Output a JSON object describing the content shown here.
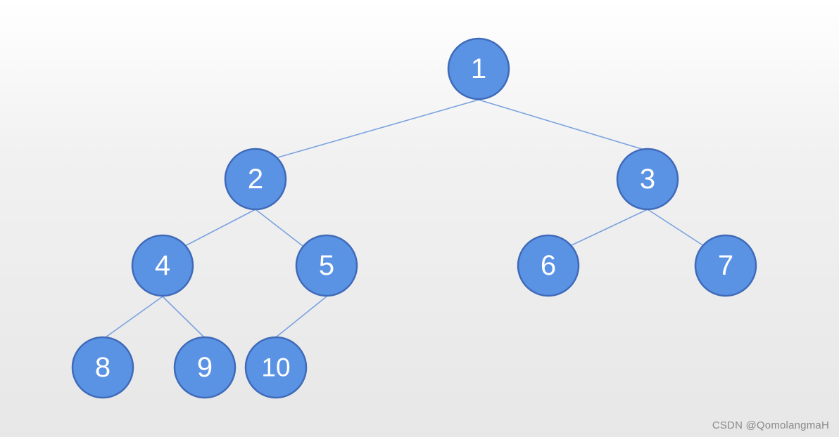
{
  "nodes": [
    {
      "id": "1",
      "label": "1"
    },
    {
      "id": "2",
      "label": "2"
    },
    {
      "id": "3",
      "label": "3"
    },
    {
      "id": "4",
      "label": "4"
    },
    {
      "id": "5",
      "label": "5"
    },
    {
      "id": "6",
      "label": "6"
    },
    {
      "id": "7",
      "label": "7"
    },
    {
      "id": "8",
      "label": "8"
    },
    {
      "id": "9",
      "label": "9"
    },
    {
      "id": "10",
      "label": "10"
    }
  ],
  "edges": [
    {
      "from": "1",
      "to": "2"
    },
    {
      "from": "1",
      "to": "3"
    },
    {
      "from": "2",
      "to": "4"
    },
    {
      "from": "2",
      "to": "5"
    },
    {
      "from": "3",
      "to": "6"
    },
    {
      "from": "3",
      "to": "7"
    },
    {
      "from": "4",
      "to": "8"
    },
    {
      "from": "4",
      "to": "9"
    },
    {
      "from": "5",
      "to": "10"
    }
  ],
  "watermark": "CSDN @QomolangmaH",
  "colors": {
    "node_fill": "#5b93e4",
    "node_stroke": "#3f6ab8",
    "edge": "#7aa2e0",
    "label": "#ffffff"
  }
}
